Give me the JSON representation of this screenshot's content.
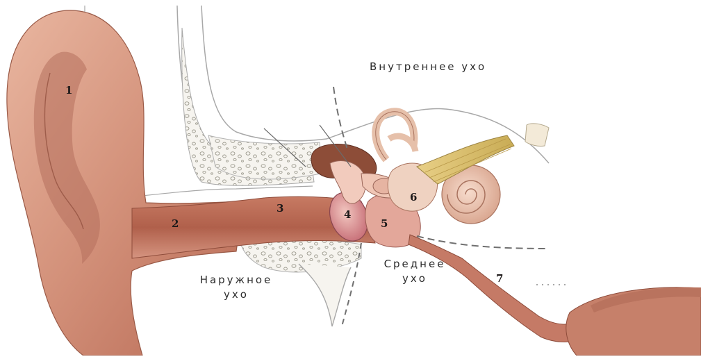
{
  "regions": {
    "inner": "Внутреннее ухо",
    "outer_line1": "Наружное",
    "outer_line2": "ухо",
    "middle_line1": "Среднее",
    "middle_line2": "ухо"
  },
  "markers": {
    "m1": "1",
    "m2": "2",
    "m3": "3",
    "m4": "4",
    "m5": "5",
    "m6": "6",
    "m7": "7"
  }
}
